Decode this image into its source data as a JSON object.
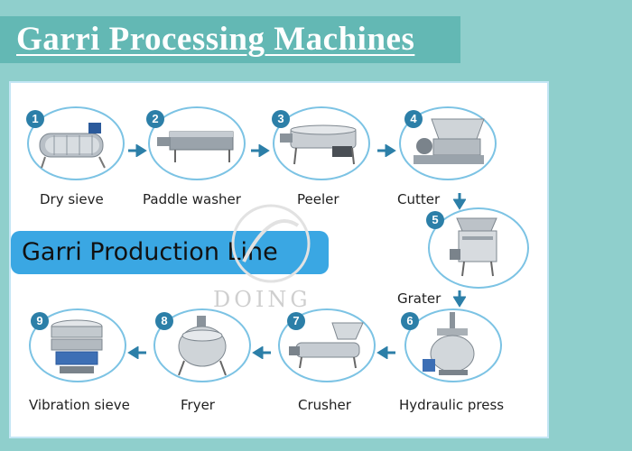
{
  "title": "Garri Processing Machines",
  "badge": "Garri Production Line",
  "watermark": "DOING",
  "steps": [
    {
      "number": "1",
      "label": "Dry sieve"
    },
    {
      "number": "2",
      "label": "Paddle washer"
    },
    {
      "number": "3",
      "label": "Peeler"
    },
    {
      "number": "4",
      "label": "Cutter"
    },
    {
      "number": "5",
      "label": "Grater"
    },
    {
      "number": "6",
      "label": "Hydraulic press"
    },
    {
      "number": "7",
      "label": "Crusher"
    },
    {
      "number": "8",
      "label": "Fryer"
    },
    {
      "number": "9",
      "label": "Vibration sieve"
    }
  ],
  "colors": {
    "background": "#8fcfcc",
    "title_band": "#63b8b4",
    "badge": "#3aa7e3",
    "circle_border": "#7cc3e4",
    "number_badge": "#2c7fa8",
    "arrow": "#2c7fa8"
  }
}
